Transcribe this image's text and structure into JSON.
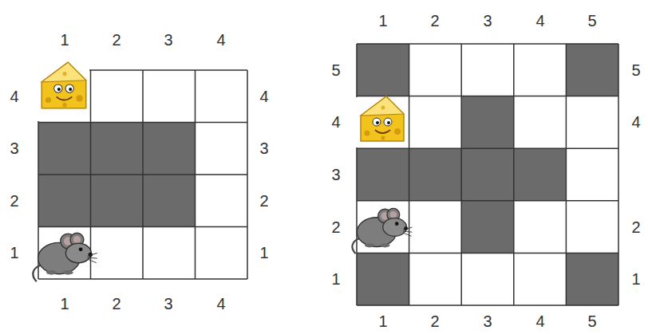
{
  "diagram": {
    "labels": [
      "1",
      "2",
      "3",
      "4",
      "4",
      "3",
      "2",
      "1",
      "4",
      "3",
      "2",
      "1",
      "1",
      "2",
      "3",
      "4",
      "1",
      "2",
      "3",
      "4",
      "5",
      "5",
      "4",
      "3",
      "2",
      "1",
      "5",
      "4",
      "2",
      "1",
      "1",
      "2",
      "3",
      "4",
      "5"
    ]
  }
}
